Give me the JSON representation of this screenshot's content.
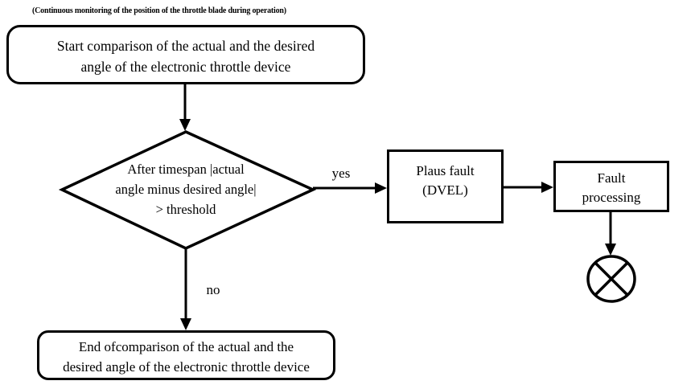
{
  "caption": "(Continuous monitoring of the position of the throttle blade during operation)",
  "nodes": {
    "start": {
      "line1": "Start comparison of the actual and the desired",
      "line2": "angle of the electronic throttle device"
    },
    "decision": {
      "line1": "After timespan |actual",
      "line2": "angle minus desired angle|",
      "line3": "> threshold"
    },
    "plaus_fault": {
      "line1": "Plaus fault",
      "line2": "(DVEL)"
    },
    "fault_processing": {
      "line1": "Fault",
      "line2": "processing"
    },
    "end": {
      "line1": "End ofcomparison of the actual and the",
      "line2": "desired angle of the electronic throttle device"
    }
  },
  "edge_labels": {
    "yes": "yes",
    "no": "no"
  },
  "colors": {
    "stroke": "#000000",
    "background": "#ffffff"
  }
}
